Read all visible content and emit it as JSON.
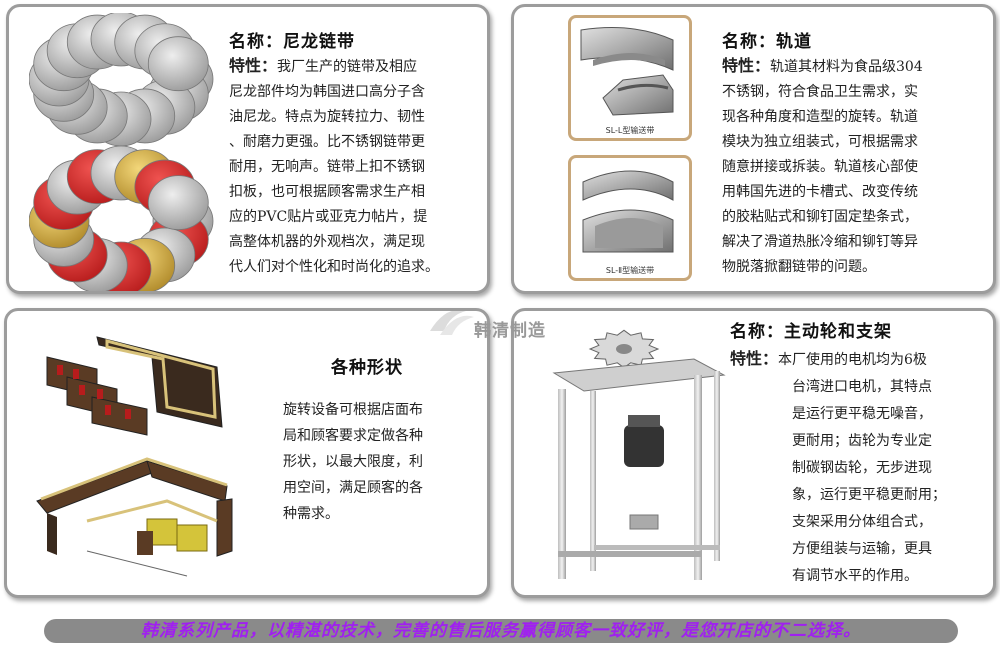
{
  "panel_chain": {
    "title": "名称：尼龙链带",
    "feature_label": "特性：",
    "lines": [
      "我厂生产的链带及相应",
      "尼龙部件均为韩国进口高分子含",
      "油尼龙。特点为旋转拉力、韧性",
      "、耐磨力更强。比不锈钢链带更",
      "耐用，无响声。链带上扣不锈钢",
      "扣板，也可根据顾客需求生产相",
      "应的PVC贴片或亚克力帖片，提",
      "高整体机器的外观档次，满足现",
      "代人们对个性化和时尚化的追求。"
    ],
    "plate_colors": [
      "#c9c9c9",
      "#d32f2f",
      "#d4a83a"
    ]
  },
  "panel_track": {
    "title": "名称：轨道",
    "feature_label": "特性：",
    "lines": [
      "轨道其材料为食品级304",
      "不锈钢，符合食品卫生需求，实",
      "现各种角度和造型的旋转。轨道",
      "模块为独立组装式，可根据需求",
      "随意拼接或拆装。轨道核心部使",
      "用韩国先进的卡槽式、改变传统",
      "的胶粘贴式和铆钉固定垫条式，",
      "解决了滑道热胀冷缩和铆钉等异",
      "物脱落掀翻链带的问题。"
    ],
    "caption_top": "SL-L型输送带",
    "caption_bottom": "SL-Ⅱ型输送带"
  },
  "panel_shapes": {
    "title": "各种形状",
    "lines": [
      "旋转设备可根据店面布",
      "局和顾客要求定做各种",
      "形状，以最大限度，利",
      "用空间，满足顾客的各",
      "种需求。"
    ]
  },
  "panel_motor": {
    "title": "名称：主动轮和支架",
    "feature_label": "特性：",
    "lines": [
      "本厂使用的电机均为6极",
      "台湾进口电机，其特点",
      "是运行更平稳无噪音，",
      "更耐用；齿轮为专业定",
      "制碳钢齿轮，无步进现",
      "象，运行更平稳更耐用；",
      "支架采用分体组合式，",
      "方便组装与运输，更具",
      "有调节水平的作用。"
    ]
  },
  "watermark": "韩清制造",
  "banner": "韩清系列产品，以精湛的技术，完善的售后服务赢得顾客一致好评，是您开店的不二选择。"
}
